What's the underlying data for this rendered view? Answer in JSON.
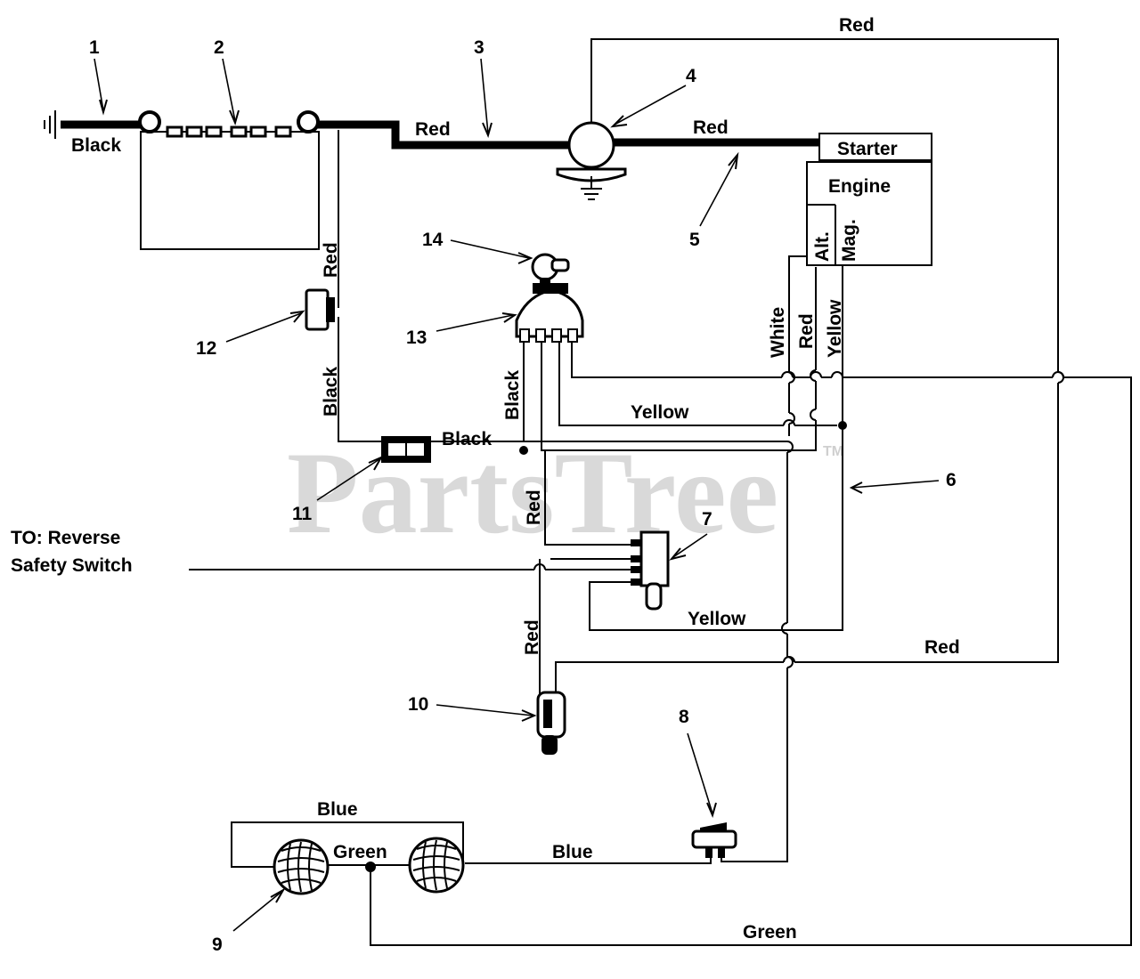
{
  "watermark": {
    "text": "PartsTree",
    "mark": "TM"
  },
  "parts": [
    {
      "num": "1",
      "icon": "ground-icon"
    },
    {
      "num": "2",
      "icon": "battery-icon"
    },
    {
      "num": "3",
      "icon": "battery-cable-icon"
    },
    {
      "num": "4",
      "icon": "solenoid-icon"
    },
    {
      "num": "5",
      "icon": "starter-cable-icon"
    },
    {
      "num": "6",
      "icon": "wire-harness-icon"
    },
    {
      "num": "7",
      "icon": "seat-switch-icon"
    },
    {
      "num": "8",
      "icon": "light-switch-icon"
    },
    {
      "num": "9",
      "icon": "headlight-icon"
    },
    {
      "num": "10",
      "icon": "interlock-switch-icon"
    },
    {
      "num": "11",
      "icon": "fuse-holder-icon"
    },
    {
      "num": "12",
      "icon": "ammeter-icon"
    },
    {
      "num": "13",
      "icon": "ignition-switch-icon"
    },
    {
      "num": "14",
      "icon": "key-icon"
    }
  ],
  "components": {
    "starter": "Starter",
    "engine": "Engine",
    "alt": "Alt.",
    "mag": "Mag."
  },
  "note": {
    "line1": "TO: Reverse",
    "line2": "Safety Switch"
  },
  "wire_labels": {
    "black_ground": "Black",
    "red_battery": "Red",
    "red_top": "Red",
    "red_starter": "Red",
    "red_ammeter": "Red",
    "black_ammeter": "Black",
    "black_ignition": "Black",
    "black_fuse": "Black",
    "white_engine": "White",
    "red_engine": "Red",
    "yellow_engine": "Yellow",
    "yellow_mid": "Yellow",
    "red_seat": "Red",
    "yellow_lower": "Yellow",
    "red_interlock": "Red",
    "red_right": "Red",
    "blue_top": "Blue",
    "green_lights": "Green",
    "blue_switch": "Blue",
    "green_bottom": "Green"
  }
}
